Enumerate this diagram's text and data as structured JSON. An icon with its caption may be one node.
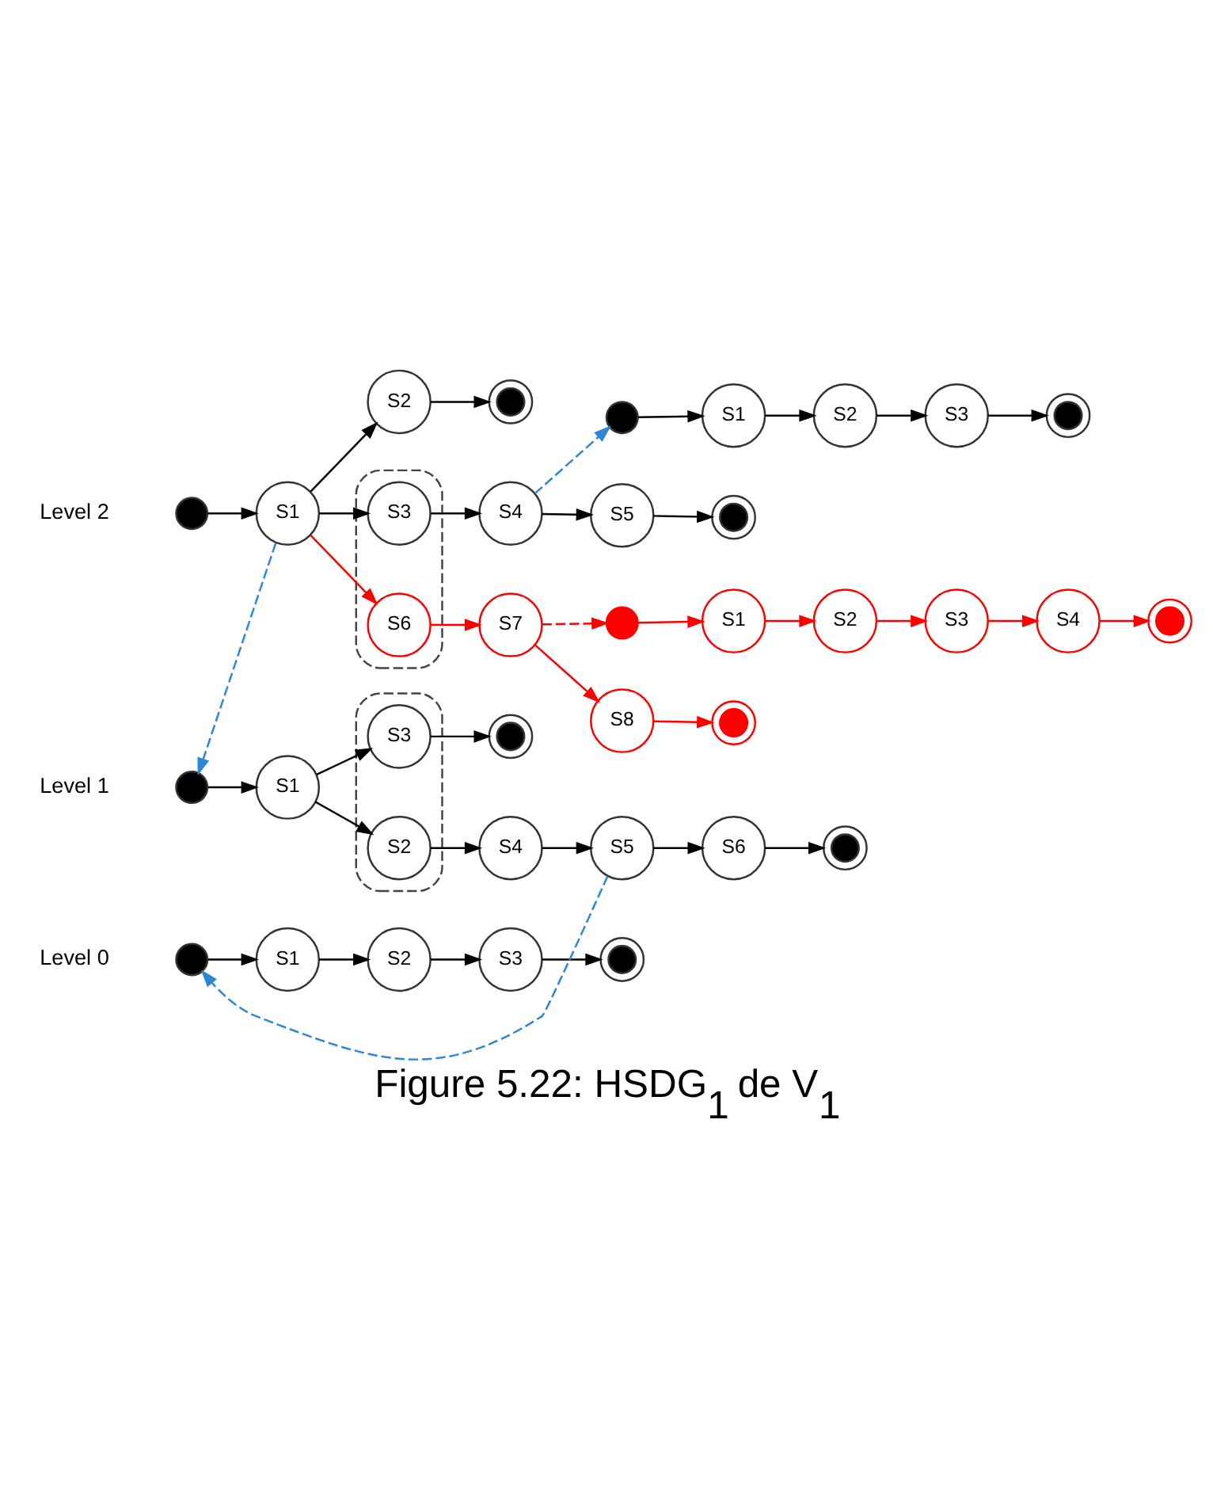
{
  "diagram": {
    "caption": "Figure 5.22: HSDG$_{1}$ de V$_{1}$",
    "nodes": [
      {
        "text": [],
        "shape": "circle"
      },
      {
        "text": [
          "S1"
        ]
      },
      {
        "text": [],
        "shape": "ellipse"
      },
      {
        "text": [
          "S3"
        ],
        "in": 2
      },
      {
        "text": [
          "S6"
        ],
        "in": 2
      },
      {
        "text": [
          "S4"
        ]
      },
      {
        "text": [
          "S5"
        ]
      },
      {
        "text": [],
        "shape": "doublecircle"
      },
      {
        "text": [
          "S7"
        ]
      },
      {
        "text": [
          "S8"
        ]
      },
      {
        "text": [],
        "shape": "doublecircle"
      },
      {
        "text": [
          "S2"
        ]
      },
      {
        "text": [],
        "shape": "doublecircle"
      },
      {
        "text": [],
        "shape": "circle"
      },
      {
        "text": [
          "S1"
        ]
      },
      {
        "text": [
          "S2"
        ]
      },
      {
        "text": [
          "S3"
        ]
      },
      {
        "text": [],
        "shape": "doublecircle"
      },
      {
        "text": [],
        "shape": "circle"
      },
      {
        "text": [
          "S1"
        ]
      },
      {
        "text": [],
        "shape": "ellipse"
      },
      {
        "text": [
          "S3"
        ],
        "in": 20
      },
      {
        "text": [
          "S2"
        ],
        "in": 20
      },
      {
        "text": [],
        "shape": "doublecircle"
      },
      {
        "text": [
          "S4"
        ]
      },
      {
        "text": [
          "S5"
        ]
      },
      {
        "text": [
          "S6"
        ]
      },
      {
        "text": [],
        "shape": "doublecircle"
      },
      {
        "text": [],
        "shape": "circle"
      },
      {
        "text": [
          "S1"
        ]
      },
      {
        "text": [
          "S2"
        ]
      },
      {
        "text": [
          "S3"
        ]
      },
      {
        "text": [
          "S4"
        ]
      },
      {
        "text": [],
        "shape": "doublecircle"
      },
      {
        "text": [],
        "shape": "circle"
      },
      {
        "text": [
          "S1"
        ]
      },
      {
        "text": [
          "S2"
        ]
      },
      {
        "text": [
          "S3"
        ]
      },
      {
        "text": [],
        "shape": "doublecircle"
      }
    ],
    "edges": [
      {
        "from": 0,
        "to": 1,
        "arrow": "to"
      },
      {
        "from": 1,
        "to": 3,
        "arrow": "to"
      },
      {
        "from": 3,
        "to": 5,
        "arrow": "to"
      },
      {
        "from": 5,
        "to": 6,
        "arrow": "to"
      },
      {
        "from": 6,
        "to": 7,
        "arrow": "to"
      },
      {
        "from": 1,
        "to": 4,
        "arrow": "to",
        "color": "#ff0000"
      },
      {
        "from": 4,
        "to": 8,
        "arrow": "to",
        "color": "#ff0000"
      },
      {
        "from": 8,
        "to": 9,
        "arrow": "to",
        "color": "#ff0000"
      },
      {
        "from": 9,
        "to": 10,
        "arrow": "to",
        "color": "#ff0000"
      },
      {
        "from": 1,
        "to": 11,
        "arrow": "to"
      },
      {
        "from": 11,
        "to": 12,
        "arrow": "to"
      },
      {
        "from": 1,
        "to": 18,
        "arrow": "to",
        "style": "dashed",
        "color": "#2e86d6"
      },
      {
        "from": 5,
        "to": 13,
        "arrow": "to",
        "style": "dashed",
        "color": "#2e86d6"
      },
      {
        "from": 8,
        "to": 28,
        "arrow": "to",
        "style": "dashed",
        "color": "#ff0000"
      },
      {
        "from": 13,
        "to": 14,
        "arrow": "to"
      },
      {
        "from": 14,
        "to": 15,
        "arrow": "to"
      },
      {
        "from": 15,
        "to": 16,
        "arrow": "to"
      },
      {
        "from": 16,
        "to": 17,
        "arrow": "to"
      },
      {
        "from": 18,
        "to": 19,
        "arrow": "to"
      },
      {
        "from": 19,
        "to": 21,
        "arrow": "to"
      },
      {
        "from": 21,
        "to": 23,
        "arrow": "to"
      },
      {
        "from": 19,
        "to": 22,
        "arrow": "to"
      },
      {
        "from": 22,
        "to": 24,
        "arrow": "to"
      },
      {
        "from": 24,
        "to": 25,
        "arrow": "to"
      },
      {
        "from": 25,
        "to": 26,
        "arrow": "to"
      },
      {
        "from": 26,
        "to": 27,
        "arrow": "to"
      },
      {
        "from": 25,
        "to": 34,
        "arrow": "to",
        "style": "dashed",
        "color": "#2e86d6"
      },
      {
        "from": 28,
        "to": 29,
        "arrow": "to",
        "color": "#ff0000"
      },
      {
        "from": 29,
        "to": 30,
        "arrow": "to",
        "color": "#ff0000"
      },
      {
        "from": 30,
        "to": 31,
        "arrow": "to",
        "color": "#ff0000"
      },
      {
        "from": 31,
        "to": 32,
        "arrow": "to",
        "color": "#ff0000"
      },
      {
        "from": 32,
        "to": 33,
        "arrow": "to",
        "color": "#ff0000"
      },
      {
        "from": 34,
        "to": 35,
        "arrow": "to"
      },
      {
        "from": 35,
        "to": 36,
        "arrow": "to"
      },
      {
        "from": 36,
        "to": 37,
        "arrow": "to"
      },
      {
        "from": 37,
        "to": 38,
        "arrow": "to"
      }
    ],
    "labels": [
      "Level 2",
      "Level 1",
      "Level 0"
    ]
  }
}
